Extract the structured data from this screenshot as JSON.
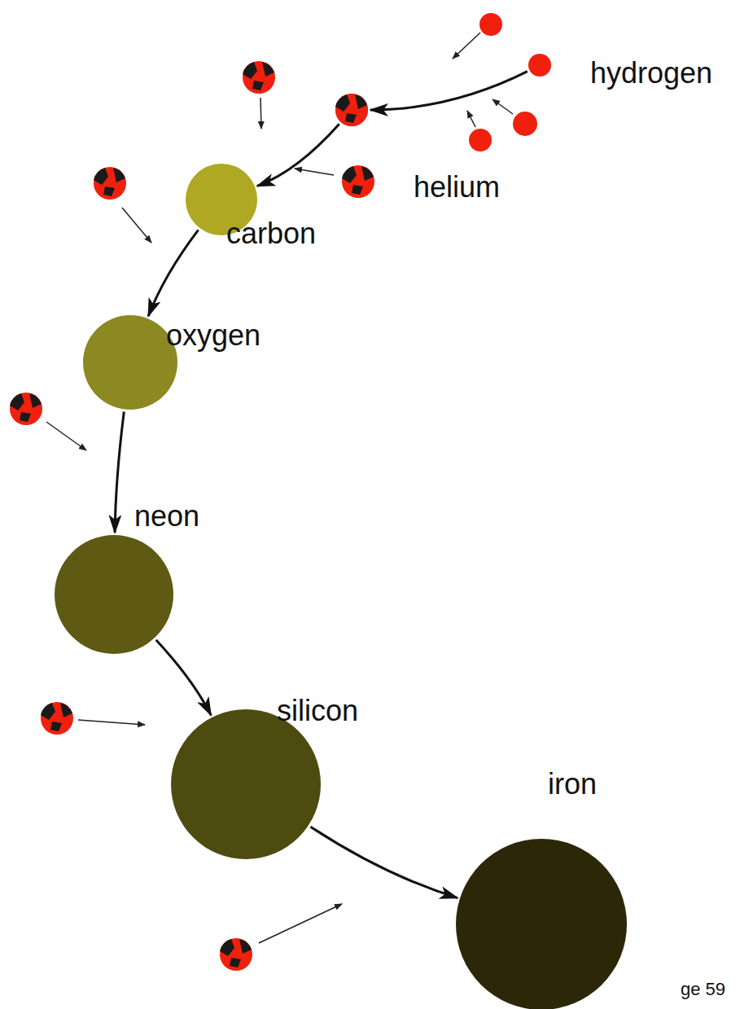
{
  "diagram": {
    "nodes": [
      {
        "text": [
          "hydrogen"
        ]
      },
      {
        "text": [
          "helium"
        ]
      },
      {
        "text": [
          "carbon"
        ]
      },
      {
        "text": [
          "oxygen"
        ]
      },
      {
        "text": [
          "neon"
        ]
      },
      {
        "text": [
          "silicon"
        ]
      },
      {
        "text": [
          "iron"
        ]
      }
    ],
    "edges": [
      {
        "from": 0,
        "to": 1,
        "arrow": "to"
      },
      {
        "from": 1,
        "to": 2,
        "arrow": "to"
      },
      {
        "from": 2,
        "to": 3,
        "arrow": "to"
      },
      {
        "from": 3,
        "to": 4,
        "arrow": "to"
      },
      {
        "from": 4,
        "to": 5,
        "arrow": "to"
      },
      {
        "from": 5,
        "to": 6,
        "arrow": "to"
      }
    ],
    "labels": [
      "ge 59"
    ]
  }
}
